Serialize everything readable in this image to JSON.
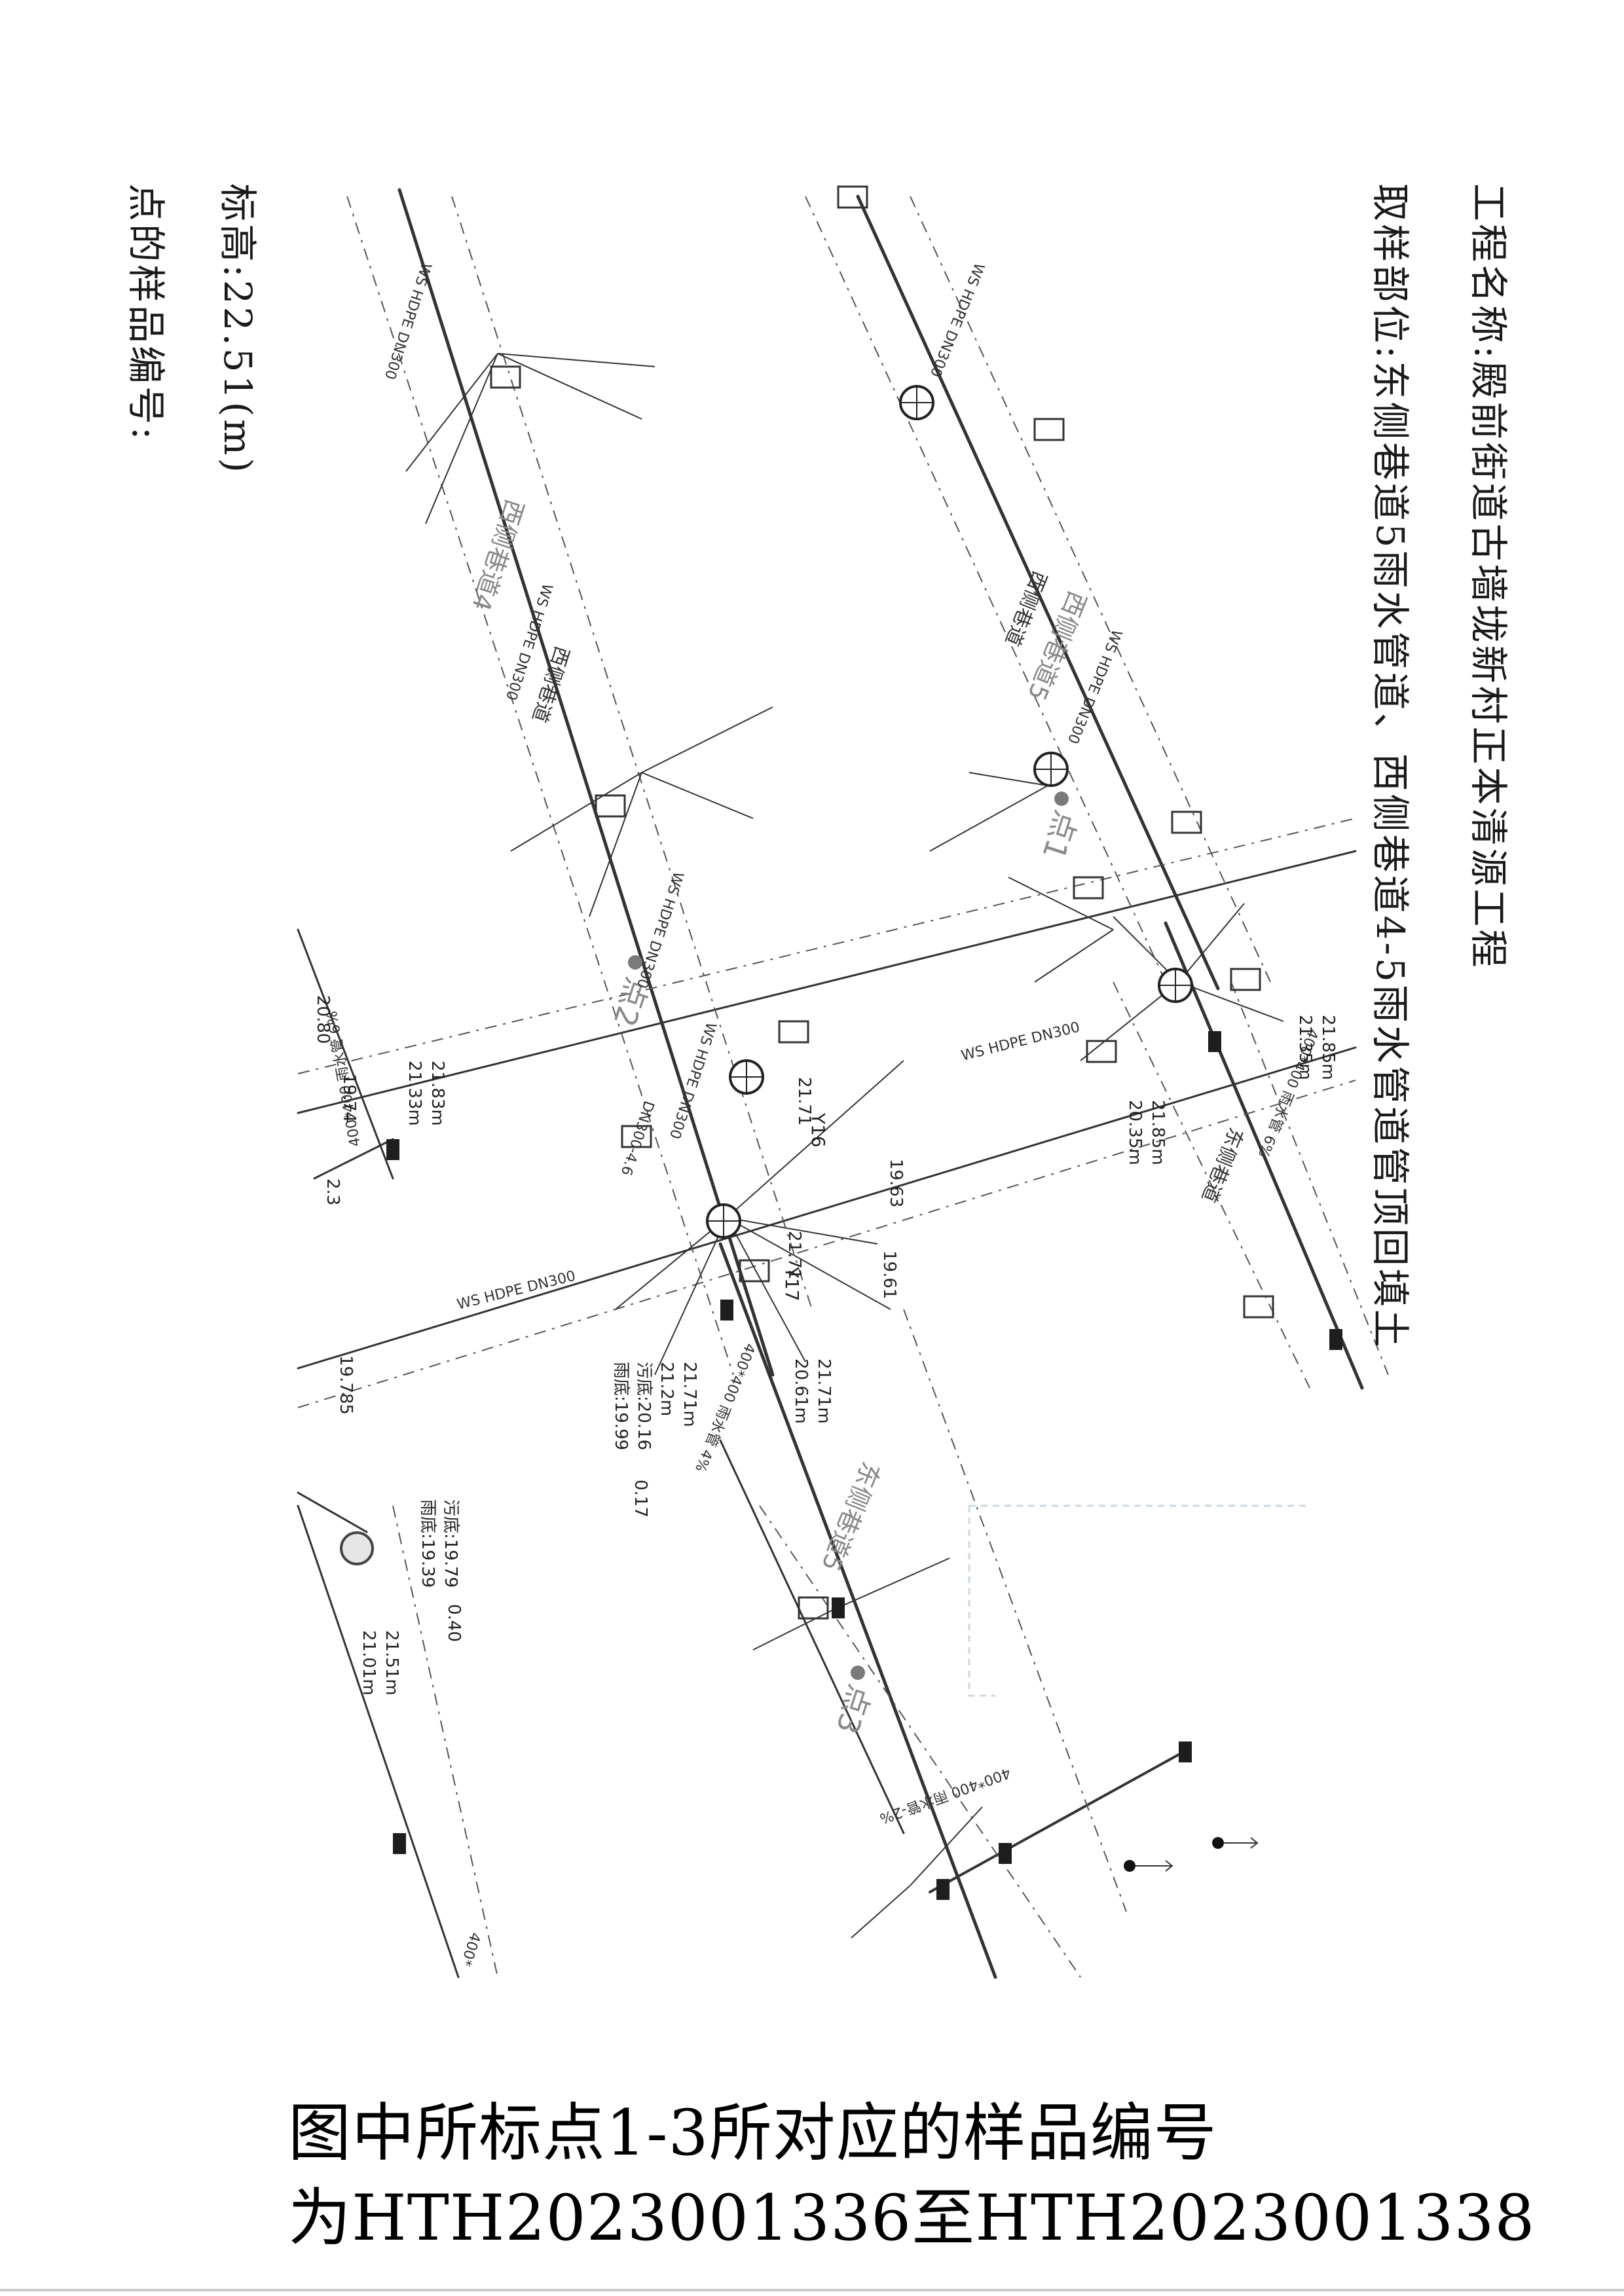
{
  "header": {
    "project_label": "工程名称:",
    "project_name": "殿前街道古墙垅新村正本清源工程",
    "location_label": "取样部位:",
    "location_name": "东侧巷道5雨水管道、西侧巷道4-5雨水管道管顶回填土",
    "elevation_label": "标高:",
    "elevation_value": "22.51(m)",
    "sample_label": "点的样品编号:"
  },
  "caption": {
    "line1": "图中所标点1-3所对应的样品编号",
    "line2": "为HTH2023001336至HTH2023001338"
  },
  "plan": {
    "points": [
      "点1",
      "点2",
      "点3"
    ],
    "street_labels": [
      "西侧巷道4",
      "西侧巷道5",
      "东侧巷道5",
      "西侧巷道",
      "东侧巷道",
      "西侧巷道"
    ],
    "pipe_labels": [
      "WS HDPE DN300",
      "WS HDPE DN300",
      "WS HDPE DN300",
      "WS HDPE DN300",
      "WS HDPE DN300",
      "WS HDPE DN300",
      "WS HDPE DN300",
      "WS HDPE DN300",
      "DN300-4.6",
      "400*400 雨水管 4%",
      "400*400 雨水管 6%",
      "400*400 雨水管 6%",
      "400*400 雨水管-2%",
      "400*"
    ],
    "elevations": [
      "21.85m",
      "21.35m",
      "21.85m",
      "20.35m",
      "21.71",
      "19.63",
      "21.71",
      "19.61",
      "21.83m",
      "21.33m",
      "20.80",
      "19.74",
      "19.785",
      "21.71m",
      "20.61m",
      "21.71m",
      "21.2m",
      "污底:20.16",
      "雨底:19.99",
      "0.17",
      "污底:19.79",
      "雨底:19.39",
      "0.40",
      "21.51m",
      "21.01m",
      "2.3"
    ],
    "manhole_ids": [
      "Y16",
      "Y17"
    ]
  },
  "colors": {
    "line": "#333333",
    "point": "#7a7a7a",
    "stamp": "#5aa0d0",
    "text": "#1a1a1a"
  }
}
